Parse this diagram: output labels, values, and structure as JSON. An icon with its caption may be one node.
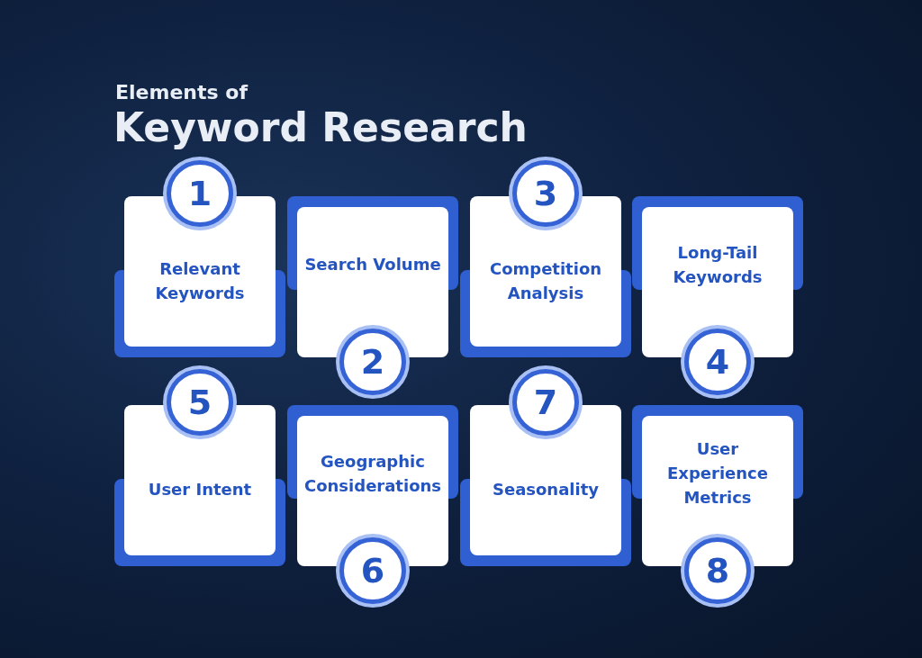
{
  "diagram": {
    "title": "Keyword Research",
    "labels": [
      "Elements of"
    ],
    "nodes": [
      {
        "text": [
          "1"
        ]
      },
      {
        "text": [
          "Relevant Keywords"
        ]
      },
      {
        "text": [
          "Search Volume"
        ]
      },
      {
        "text": [
          "2"
        ]
      },
      {
        "text": [
          "3"
        ]
      },
      {
        "text": [
          "Competition Analysis"
        ]
      },
      {
        "text": [
          "Long-Tail Keywords"
        ]
      },
      {
        "text": [
          "4"
        ]
      },
      {
        "text": [
          "5"
        ]
      },
      {
        "text": [
          "User Intent"
        ]
      },
      {
        "text": [
          "Geographic Considerations"
        ]
      },
      {
        "text": [
          "6"
        ]
      },
      {
        "text": [
          "7"
        ]
      },
      {
        "text": [
          "Seasonality"
        ]
      },
      {
        "text": [
          "User Experience Metrics"
        ]
      },
      {
        "text": [
          "8"
        ]
      }
    ],
    "edges": []
  }
}
